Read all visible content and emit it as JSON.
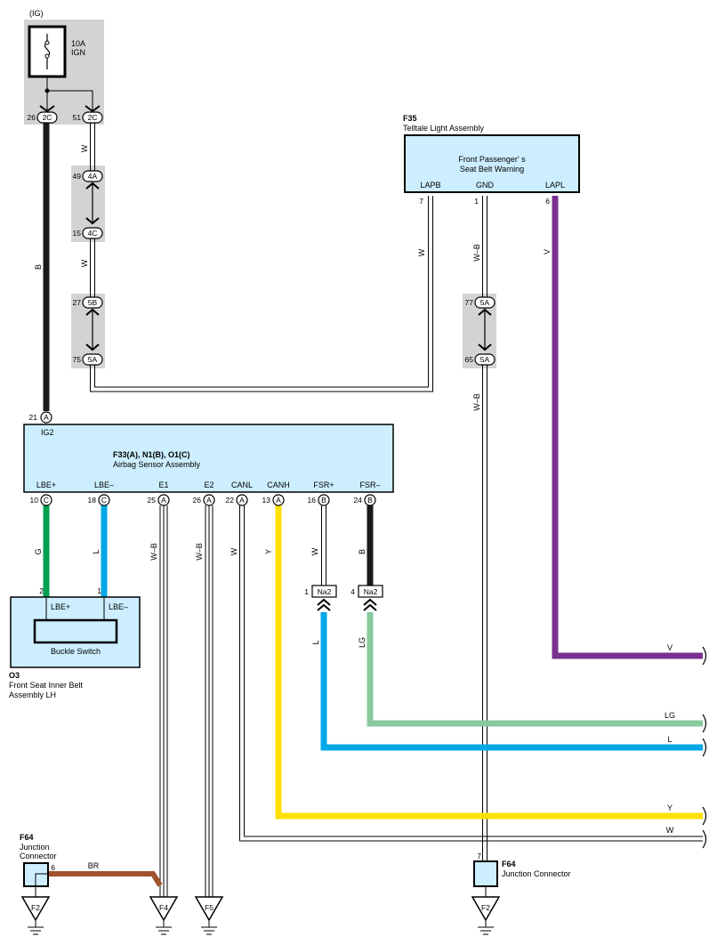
{
  "power": {
    "source_label": "(IG)",
    "fuse_rating": "10A",
    "fuse_name": "IGN"
  },
  "connectors": {
    "c26_num": "26",
    "c26_id": "2C",
    "c51_num": "51",
    "c51_id": "2C",
    "c49_num": "49",
    "c49_id": "4A",
    "c15_num": "15",
    "c15_id": "4C",
    "c27_num": "27",
    "c27_id": "5B",
    "c75_num": "75",
    "c75_id": "5A",
    "c77_num": "77",
    "c77_id": "5A",
    "c65_num": "65",
    "c65_id": "5A",
    "c21_num": "21",
    "c21_id": "A"
  },
  "telltale": {
    "code": "F35",
    "name": "Telltale Light Assembly",
    "inner_line1": "Front Passenger' s",
    "inner_line2": "Seat Belt Warning",
    "pin_lapb": "LAPB",
    "pin_gnd": "GND",
    "pin_lapl": "LAPL",
    "num_lapb": "7",
    "num_gnd": "1",
    "num_lapl": "6"
  },
  "airbag": {
    "code": "F33(A), N1(B), O1(C)",
    "name": "Airbag Sensor Assembly",
    "ig2": "IG2",
    "pins": [
      {
        "label": "LBE+",
        "num": "10",
        "conn": "C"
      },
      {
        "label": "LBE–",
        "num": "18",
        "conn": "C"
      },
      {
        "label": "E1",
        "num": "25",
        "conn": "A"
      },
      {
        "label": "E2",
        "num": "26",
        "conn": "A"
      },
      {
        "label": "CANL",
        "num": "22",
        "conn": "A"
      },
      {
        "label": "CANH",
        "num": "13",
        "conn": "A"
      },
      {
        "label": "FSR+",
        "num": "16",
        "conn": "B"
      },
      {
        "label": "FSR–",
        "num": "24",
        "conn": "B"
      }
    ]
  },
  "buckle": {
    "code": "O3",
    "name_line1": "Front Seat Inner Belt",
    "name_line2": "Assembly LH",
    "switch_label": "Buckle Switch",
    "pin_plus": "LBE+",
    "pin_minus": "LBE–",
    "num_plus": "2",
    "num_minus": "1"
  },
  "na2": {
    "id": "Na2",
    "num1": "1",
    "num4": "4"
  },
  "junction_left": {
    "code": "F64",
    "line1": "Junction",
    "line2": "Connector",
    "pin": "6"
  },
  "junction_right": {
    "code": "F64",
    "name": "Junction Connector",
    "pin": "7"
  },
  "grounds": {
    "g1": "F2",
    "g2": "F4",
    "g3": "F5",
    "g4": "F2"
  },
  "wire_labels": {
    "w_2c": "W",
    "w_4c": "W",
    "b_main": "B",
    "w_lapb": "W",
    "wb_gnd1": "W–B",
    "wb_gnd2": "W–B",
    "v_lapl": "V",
    "g_lbe": "G",
    "l_lbe": "L",
    "wb_e1": "W–B",
    "wb_e2": "W–B",
    "w_canl": "W",
    "y_canh": "Y",
    "w_fsr": "W",
    "b_fsr": "B",
    "l_na2": "L",
    "lg_na2": "LG",
    "br": "BR",
    "right_v": "V",
    "right_lg": "LG",
    "right_l": "L",
    "right_y": "Y",
    "right_w": "W"
  },
  "colors": {
    "black": "#1a1a1a",
    "green": "#00a050",
    "blue": "#00a8e6",
    "yellow": "#ffe000",
    "purple": "#7a3090",
    "light_green": "#88c9a0",
    "brown": "#a0522d",
    "box_fill": "#cceeff",
    "connector_fill": "#d3d3d3"
  }
}
